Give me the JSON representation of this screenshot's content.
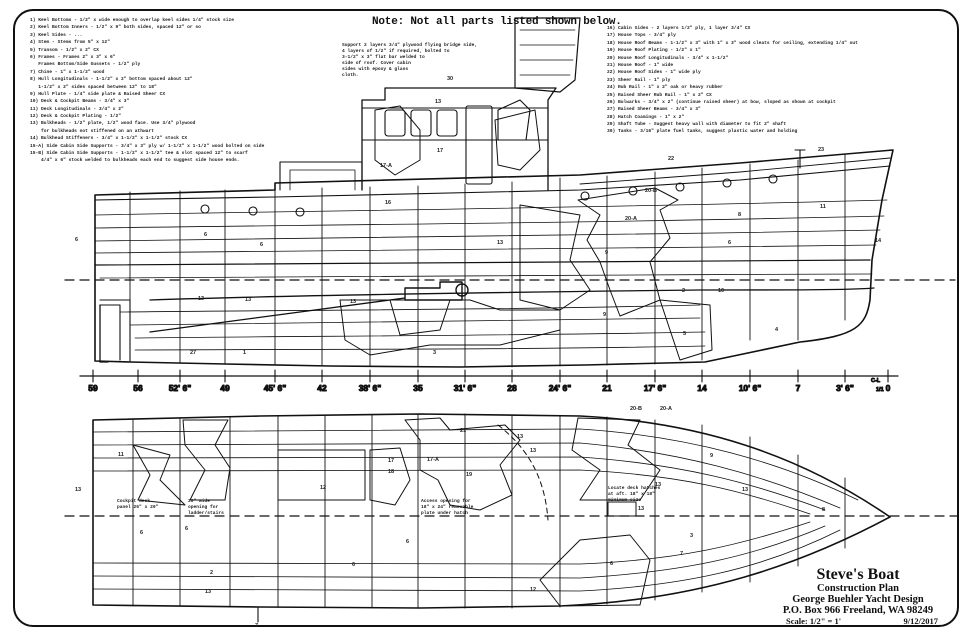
{
  "note": "Note:  Not all parts listed shown below.",
  "parts_left": [
    "1) Keel Bottoms - 1/2\" x wide enough to overlap keel sides 1/4\" stock size",
    "2) Keel Bottom Inners - 1/2\" x 9\" both sides, spaced 12\" or so",
    "3) Keel Sides - ...",
    "4) Stem - Stems from 5\" x 12\"",
    "5) Transom - 1/2\" x 2\" CX",
    "6) Frames - Frames 2\" x 3\" x 6\"",
    "   Frames Bottom/Side Gussets - 1/2\" ply",
    "7) Chine - 1\" x 1-1/2\" wood",
    "8) Hull Longitudinals - 1-1/2\" x 2\" bottom spaced about 12\"",
    "   1-1/2\" x 2\" sides spaced between 12\" to 18\"",
    "9) Hull Plate - 1/4\" side plate & Raised Sheer CX",
    "10) Deck & Cockpit Beams - 3/4\" x 3\"",
    "11) Deck Longitudinals - 3/4\" x 2\"",
    "12) Deck & Cockpit Plating - 1/2\"",
    "13) Bulkheads - 1/2\" plate, 1/2\" wood face. Use 3/4\" plywood",
    "    for bulkheads not stiffened on an athwart",
    "14) Bulkhead Stiffeners - 3/4\" x 1-1/2\" x 1-1/2\" stock CX",
    "15-A) Side Cabin Side Supports - 3/4\" x 3\" ply w/ 1-1/2\" x 1-1/2\" wood bolted on side",
    "15-B) Side Cabin Side Supports - 1-1/2\" x 1-1/2\" tee & slot spaced 12\" to scarf",
    "    4/4\" x 6\" stock welded to bulkheads each end to suggest side house ends."
  ],
  "parts_right": [
    "16) Cabin Sides - 2 layers 1/2\" ply, 1 layer 3/4\" CX",
    "17) House Tops - 3/4\" ply",
    "18) House Roof Beams - 1-1/2\" x 3\" with 1\" x 3\" wood cleats for ceiling, extending 1/4\" out",
    "19) House Roof Plating - 1/2\" x 1\"",
    "20) House Roof Longitudinals - 3/4\" x 1-1/2\"",
    "21) House Roof - 1\" wide",
    "22) House Roof Sides - 1\" wide ply",
    "23) Sheer Rail - 1\" ply",
    "24) Rub Rail - 1\" x 2\" oak or heavy rubber",
    "25) Raised Sheer Rub Rail - 1\" x 2\" CX",
    "26) Bulwarks - 3/4\" x 2\" (continue raised sheer) at bow, sloped as shown at cockpit",
    "27) Raised Sheer Beams - 3/4\" x 3\"",
    "28) Hatch Coamings - 1\" x 2\"",
    "29) Shaft Tube - Suggest heavy wall with diameter to fit 2\" shaft",
    "30) Tanks - 3/16\" plate fuel tanks, suggest plastic water and holding"
  ],
  "callouts": {
    "cabin": "Support 2 layers 3/4\" plywood flying bridge side,\n4 layers of 1/2\" if required, bolted to\n3-1/2\" x 3\" flat bar welded to\nside of roof. Cover cabin\nsides with epoxy & glass\ncloth.",
    "cockpit": "Cockpit deck\npanel 26\" x 20\"",
    "ladder": "20\" wide\nopening for\nladder/stairs",
    "access": "Access opening for\n18\" x 24\" removable\nplate under hatch",
    "hatch": "Locate deck hatches\nat aft. 18\" x 18\"\nminimum size"
  },
  "stations": [
    "59",
    "56",
    "52' 6\"",
    "49",
    "45' 6\"",
    "42",
    "38' 6\"",
    "35",
    "31' 6\"",
    "28",
    "24' 6\"",
    "21",
    "17' 6\"",
    "14",
    "10' 6\"",
    "7",
    "3' 6\"",
    "0"
  ],
  "station_marks": [
    "C-L",
    "1/1"
  ],
  "part_numbers_profile": [
    "30",
    "17",
    "17-A",
    "16",
    "13",
    "22",
    "20-B",
    "20-A",
    "23",
    "6",
    "6",
    "6",
    "6",
    "13",
    "13",
    "13",
    "9",
    "9",
    "8",
    "10",
    "13",
    "27",
    "1",
    "3",
    "2",
    "4",
    "5",
    "11",
    "14"
  ],
  "part_numbers_plan": [
    "20-B",
    "20-A",
    "11",
    "21",
    "13",
    "17",
    "17-A",
    "19",
    "18",
    "13",
    "12",
    "6",
    "6",
    "6",
    "6",
    "13",
    "12",
    "6",
    "9",
    "3",
    "7",
    "13",
    "13",
    "13",
    "2",
    "13",
    "8",
    "7"
  ],
  "title_block": {
    "name": "Steve's Boat",
    "subtitle": "Construction Plan",
    "designer": "George Buehler Yacht Design",
    "address": "P.O. Box 966 Freeland, WA 98249",
    "scale": "Scale: 1/2\" = 1'",
    "date": "9/12/2017"
  }
}
